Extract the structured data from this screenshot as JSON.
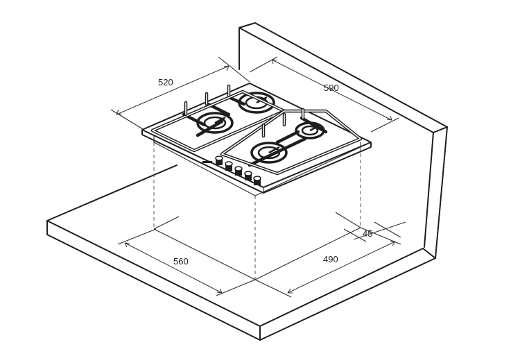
{
  "dimensions": {
    "hob_depth": "520",
    "hob_width": "590",
    "cutout_width": "560",
    "cutout_depth": "490",
    "edge_distance": "45"
  },
  "colors": {
    "line": "#1e1e1e",
    "background": "#ffffff"
  }
}
